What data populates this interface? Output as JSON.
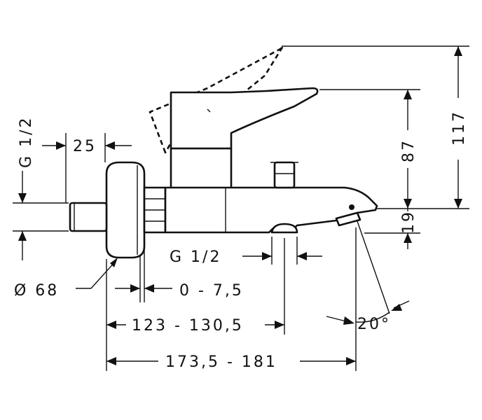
{
  "dimensions": {
    "thread_side": "G 1/2",
    "width_25": "25",
    "rosette_diameter": "Ø 68",
    "adjust_range": "0 - 7,5",
    "thread_bottom": "G 1/2",
    "outlet_distance": "123 - 130,5",
    "overall_length": "173,5 - 181",
    "height_117": "117",
    "height_87": "87",
    "height_19": "19",
    "spout_angle": "20°"
  }
}
